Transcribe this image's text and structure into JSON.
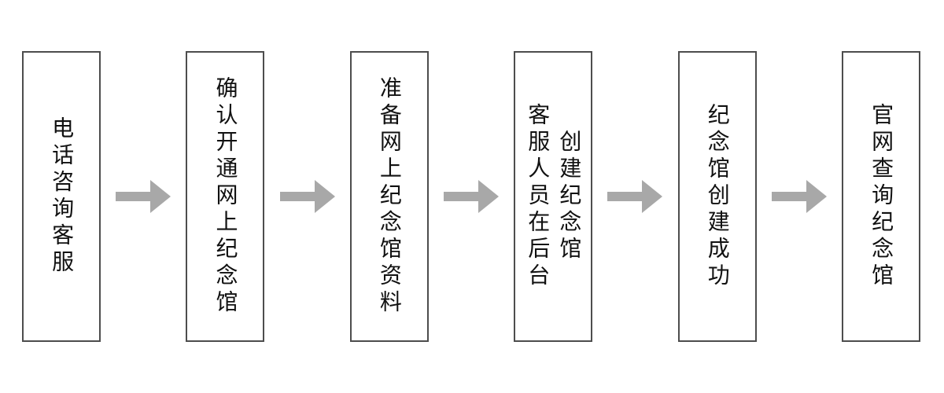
{
  "flowchart": {
    "title": "online-memorial-hall-creation-process",
    "direction": "left-to-right",
    "steps": [
      {
        "index": 1,
        "text": "电话咨询客服"
      },
      {
        "index": 2,
        "text": "确认开通网上纪念馆"
      },
      {
        "index": 3,
        "text": "准备网上纪念馆资料"
      },
      {
        "index": 4,
        "text": "客服人员在后台",
        "text2": "创建纪念馆"
      },
      {
        "index": 5,
        "text": "纪念馆创建成功"
      },
      {
        "index": 6,
        "text": "官网查询纪念馆"
      }
    ],
    "connectors": [
      {
        "from": 1,
        "to": 2,
        "type": "block-arrow-right"
      },
      {
        "from": 2,
        "to": 3,
        "type": "block-arrow-right"
      },
      {
        "from": 3,
        "to": 4,
        "type": "block-arrow-right"
      },
      {
        "from": 4,
        "to": 5,
        "type": "block-arrow-right"
      },
      {
        "from": 5,
        "to": 6,
        "type": "block-arrow-right"
      }
    ],
    "colors": {
      "arrow": "#a8a8a8",
      "box_border": "#4d4d4d",
      "text": "#111111",
      "background": "#ffffff"
    }
  }
}
